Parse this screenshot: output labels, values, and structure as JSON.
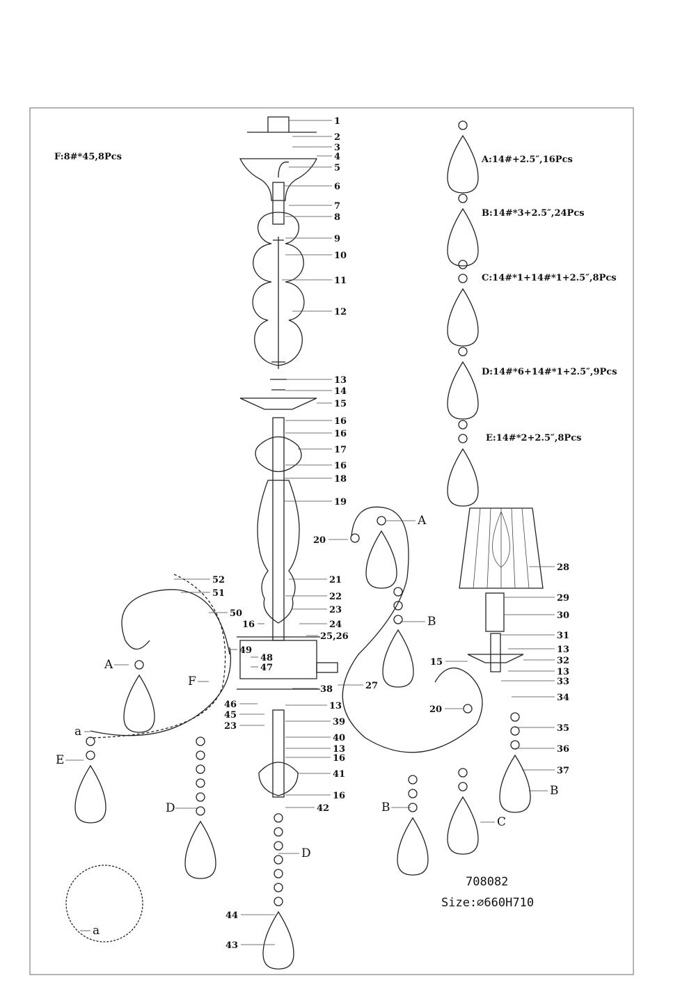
{
  "model": "708082",
  "size": "Size:⌀660H710",
  "legend": {
    "F": "F:8#*45,8Pcs",
    "A": "A:14#+2.5″,16Pcs",
    "B": "B:14#*3+2.5″,24Pcs",
    "C": "C:14#*1+14#*1+2.5″,8Pcs",
    "D": "D:14#*6+14#*1+2.5″,9Pcs",
    "E": "E:14#*2+2.5″,8Pcs"
  },
  "callouts": [
    "1",
    "2",
    "3",
    "4",
    "5",
    "6",
    "7",
    "8",
    "9",
    "10",
    "11",
    "12",
    "13",
    "14",
    "15",
    "16",
    "16",
    "17",
    "16",
    "18",
    "19",
    "21",
    "22",
    "23",
    "24",
    "25,26",
    "27",
    "38",
    "13",
    "39",
    "40",
    "13",
    "16",
    "41",
    "16",
    "42",
    "20",
    "52",
    "51",
    "50",
    "16",
    "49",
    "48",
    "47",
    "F",
    "A",
    "46",
    "45",
    "23",
    "a",
    "E",
    "D",
    "44",
    "43",
    "D",
    "a",
    "A",
    "28",
    "29",
    "30",
    "31",
    "13",
    "15",
    "32",
    "13",
    "33",
    "34",
    "20",
    "35",
    "36",
    "37",
    "B",
    "C",
    "B",
    "B"
  ]
}
